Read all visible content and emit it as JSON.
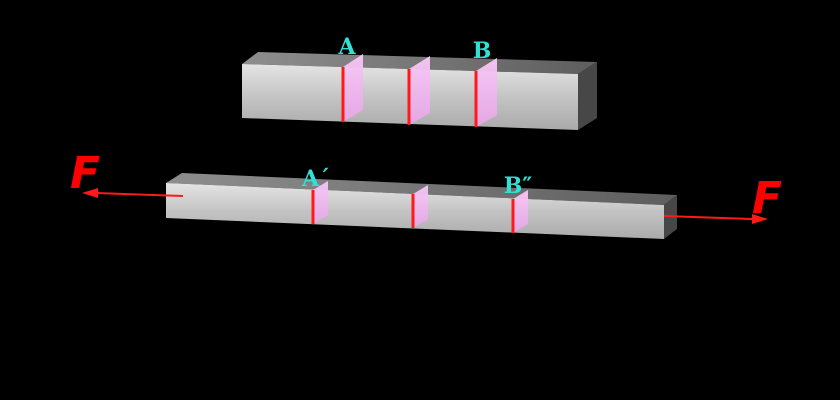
{
  "diagram": {
    "title": "",
    "colors": {
      "background": "#000000",
      "bar_front": "#c9c9c9",
      "bar_top": "#7a7a7a",
      "bar_end": "#4a4a4a",
      "section_plane": "#f2b8f2",
      "section_line": "#ff1a1a",
      "label": "#33e0d6",
      "force": "#ff0000"
    },
    "top_bar": {
      "labels": [
        "A",
        "B"
      ],
      "section_count": 3
    },
    "bottom_bar": {
      "labels": [
        "A´",
        "B″"
      ],
      "section_count": 3
    },
    "forces": {
      "left_label": "F",
      "right_label": "F"
    }
  }
}
